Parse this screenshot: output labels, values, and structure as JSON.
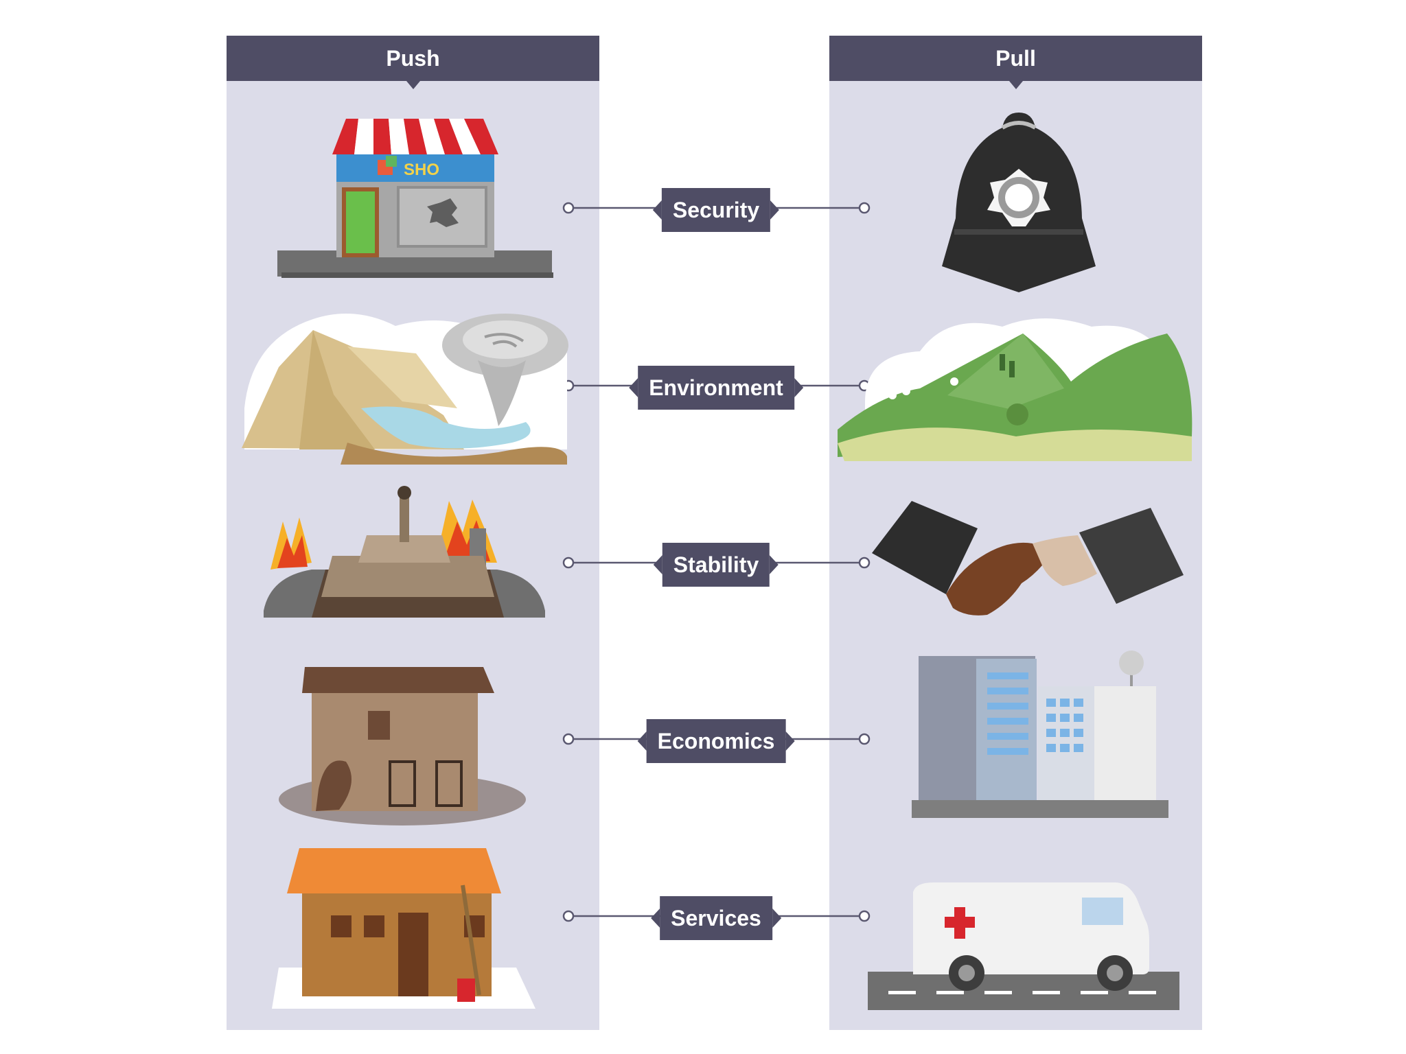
{
  "columns": {
    "push": {
      "title": "Push"
    },
    "pull": {
      "title": "Pull"
    }
  },
  "factors": [
    {
      "label": "Security",
      "push_icon": "vandalised-shop-icon",
      "pull_icon": "police-helmet-icon"
    },
    {
      "label": "Environment",
      "push_icon": "natural-disaster-icon",
      "pull_icon": "green-hills-icon"
    },
    {
      "label": "Stability",
      "push_icon": "war-tank-fire-icon",
      "pull_icon": "handshake-icon"
    },
    {
      "label": "Economics",
      "push_icon": "poor-house-icon",
      "pull_icon": "city-office-icon"
    },
    {
      "label": "Services",
      "push_icon": "basic-hut-icon",
      "pull_icon": "ambulance-icon"
    }
  ],
  "shop_sign": "SHO",
  "colors": {
    "panel": "#dcdce9",
    "header": "#4f4d65",
    "connector": "#5a5870",
    "text_light": "#ffffff"
  }
}
